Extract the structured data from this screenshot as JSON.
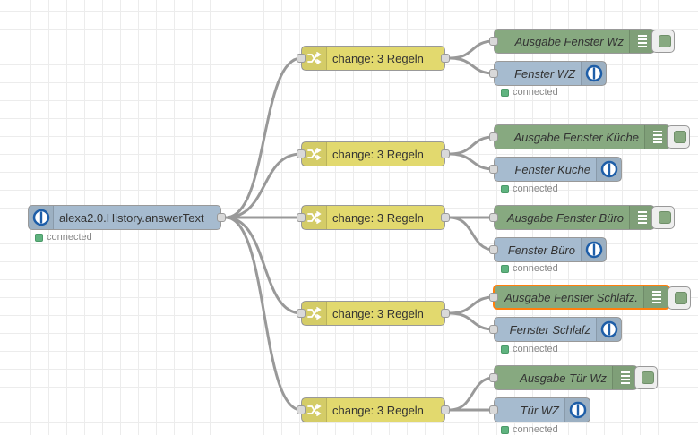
{
  "input": {
    "label": "alexa2.0.History.answerText",
    "status": "connected",
    "icon": "iobroker-power-icon"
  },
  "groups": [
    {
      "change_label": "change: 3 Regeln",
      "debug_label": "Ausgabe Fenster Wz",
      "out_label": "Fenster WZ",
      "status": "connected"
    },
    {
      "change_label": "change: 3 Regeln",
      "debug_label": "Ausgabe Fenster Küche",
      "out_label": "Fenster Küche",
      "status": "connected"
    },
    {
      "change_label": "change: 3 Regeln",
      "debug_label": "Ausgabe Fenster Büro",
      "out_label": "Fenster Büro",
      "status": "connected"
    },
    {
      "change_label": "change: 3 Regeln",
      "debug_label": "Ausgabe Fenster Schlafz.",
      "out_label": "Fenster Schlafz",
      "status": "connected"
    },
    {
      "change_label": "change: 3 Regeln",
      "debug_label": "Ausgabe Tür Wz",
      "out_label": "Tür WZ",
      "status": "connected"
    }
  ],
  "colors": {
    "io_node": "#a6bbcf",
    "change_node": "#e2d96e",
    "debug_node": "#87a980",
    "wire": "#999999",
    "selected_border": "#ff7f0e",
    "status_connected": "#5fb37f"
  }
}
